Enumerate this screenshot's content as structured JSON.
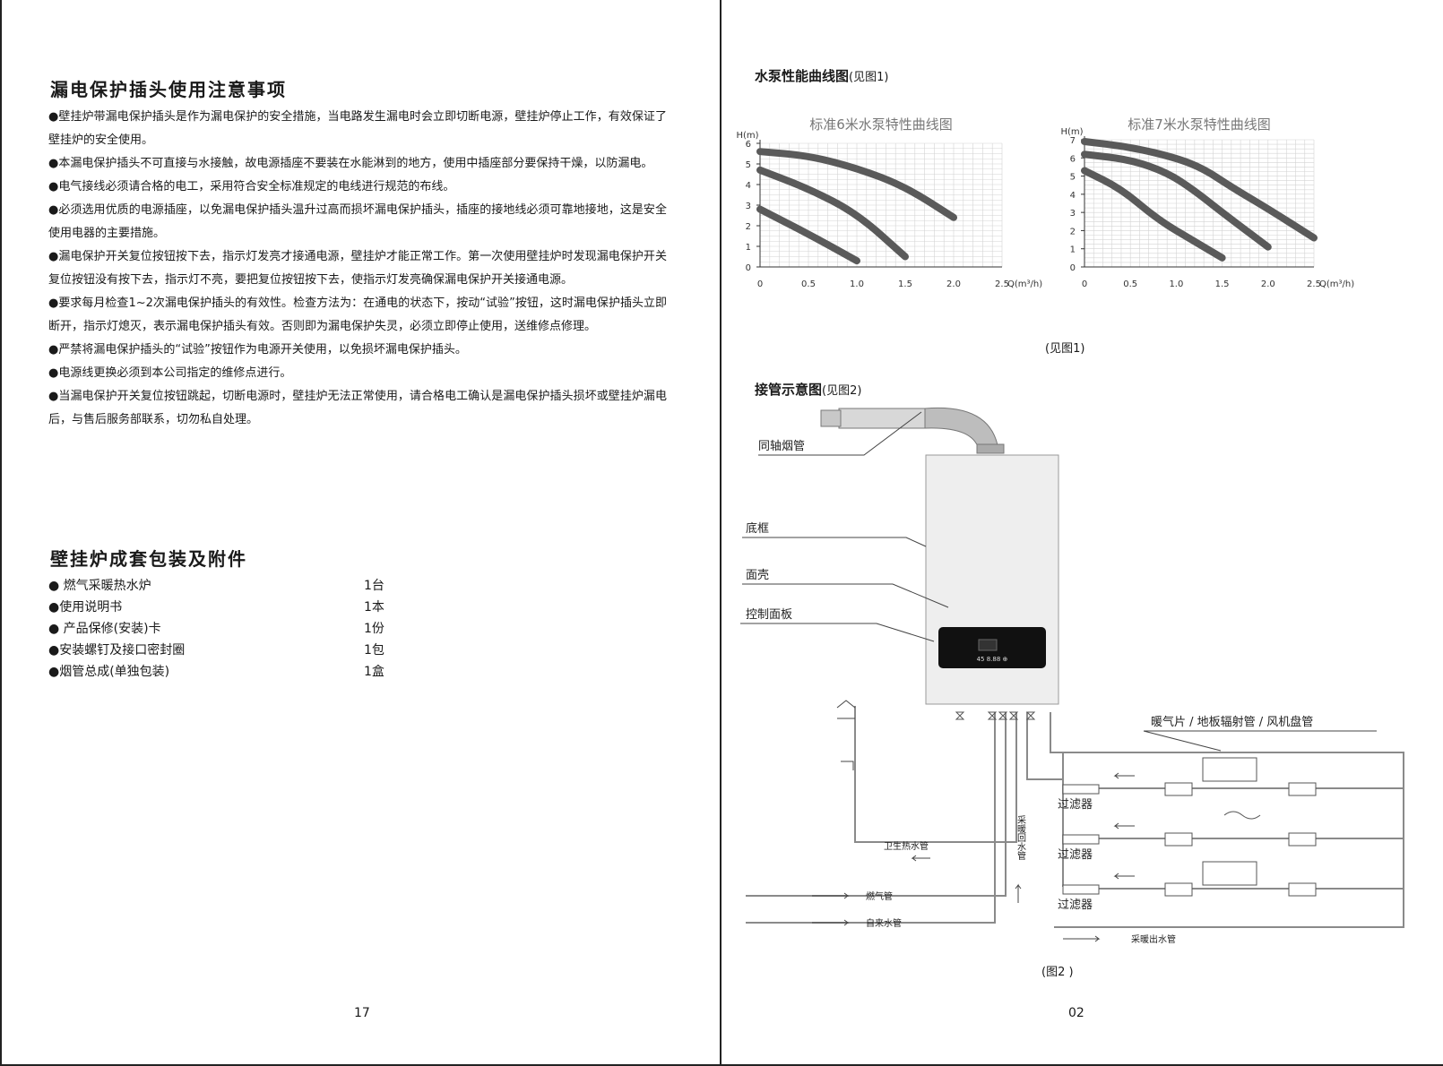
{
  "left": {
    "section1_title": "漏电保护插头使用注意事项",
    "section1_items": [
      "●壁挂炉带漏电保护插头是作为漏电保护的安全措施，当电路发生漏电时会立即切断电源，壁挂炉停止工作，有效保证了壁挂炉的安全使用。",
      "●本漏电保护插头不可直接与水接触，故电源插座不要装在水能淋到的地方，使用中插座部分要保持干燥，以防漏电。",
      "●电气接线必须请合格的电工，采用符合安全标准规定的电线进行规范的布线。",
      "●必须选用优质的电源插座，以免漏电保护插头温升过高而损坏漏电保护插头，插座的接地线必须可靠地接地，这是安全使用电器的主要措施。",
      "●漏电保护开关复位按钮按下去，指示灯发亮才接通电源，壁挂炉才能正常工作。第一次使用壁挂炉时发现漏电保护开关复位按钮没有按下去，指示灯不亮，要把复位按钮按下去，使指示灯发亮确保漏电保护开关接通电源。",
      "●要求每月检查1~2次漏电保护插头的有效性。检查方法为：在通电的状态下，按动“试验”按钮，这时漏电保护插头立即断开，指示灯熄灭，表示漏电保护插头有效。否则即为漏电保护失灵，必须立即停止使用，送维修点修理。",
      "●严禁将漏电保护插头的“试验”按钮作为电源开关使用，以免损坏漏电保护插头。",
      "●电源线更换必须到本公司指定的维修点进行。",
      "●当漏电保护开关复位按钮跳起，切断电源时，壁挂炉无法正常使用，请合格电工确认是漏电保护插头损坏或壁挂炉漏电后，与售后服务部联系，切勿私自处理。"
    ],
    "section2_title": "壁挂炉成套包装及附件",
    "package_items": [
      {
        "name": "● 燃气采暖热水炉",
        "qty": "1台"
      },
      {
        "name": "●使用说明书",
        "qty": "1本"
      },
      {
        "name": "● 产品保修(安装)卡",
        "qty": "1份"
      },
      {
        "name": "●安装螺钉及接口密封圈",
        "qty": "1包"
      },
      {
        "name": "●烟管总成(单独包装)",
        "qty": "1盒"
      }
    ],
    "page_number": "17"
  },
  "right": {
    "pump_title": "水泵性能曲线图",
    "pump_title_ref": "(见图1)",
    "fig1_caption": "(见图1)",
    "pipe_title": "接管示意图",
    "pipe_title_ref": "(见图2)",
    "fig2_caption": "(图2 )",
    "page_number": "02",
    "diagram_labels": {
      "flue": "同轴烟管",
      "frame": "底框",
      "shell": "面壳",
      "panel": "控制面板",
      "radiator_group": "暖气片 / 地板辐射管 / 风机盘管",
      "filter": "过滤器",
      "return_pipe": "采暖回水管",
      "dhw_pipe": "卫生热水管",
      "gas_pipe": "燃气管",
      "tap_pipe": "自来水管",
      "supply_pipe": "采暖出水管"
    },
    "display_text": "45 8.88 ⊕"
  },
  "chart_data": [
    {
      "type": "line",
      "title": "标准6米水泵特性曲线图",
      "xlabel": "Q(m³/h)",
      "ylabel": "H(m)",
      "xlim": [
        0,
        2.5
      ],
      "ylim": [
        0,
        6
      ],
      "x_ticks": [
        "0",
        "0.5",
        "1.0",
        "1.5",
        "2.0",
        "2.5"
      ],
      "y_ticks": [
        "0",
        "1",
        "2",
        "3",
        "4",
        "5",
        "6"
      ],
      "grid": true,
      "series": [
        {
          "points": [
            [
              0,
              5.6
            ],
            [
              0.5,
              5.4
            ],
            [
              1.0,
              4.8
            ],
            [
              1.5,
              3.9
            ],
            [
              2.0,
              2.4
            ]
          ]
        },
        {
          "points": [
            [
              0,
              4.7
            ],
            [
              0.5,
              3.8
            ],
            [
              1.0,
              2.6
            ],
            [
              1.5,
              0.5
            ]
          ]
        },
        {
          "points": [
            [
              0,
              2.8
            ],
            [
              0.5,
              1.6
            ],
            [
              1.0,
              0.3
            ]
          ]
        }
      ]
    },
    {
      "type": "line",
      "title": "标准7米水泵特性曲线图",
      "xlabel": "Q(m³/h)",
      "ylabel": "H(m)",
      "xlim": [
        0,
        2.5
      ],
      "ylim": [
        0,
        7
      ],
      "x_ticks": [
        "0",
        "0.5",
        "1.0",
        "1.5",
        "2.0",
        "2.5"
      ],
      "y_ticks": [
        "0",
        "1",
        "2",
        "3",
        "4",
        "5",
        "6",
        "7"
      ],
      "grid": true,
      "series": [
        {
          "points": [
            [
              0,
              6.9
            ],
            [
              0.5,
              6.6
            ],
            [
              1.0,
              6.0
            ],
            [
              1.3,
              5.4
            ],
            [
              1.6,
              4.4
            ],
            [
              2.0,
              3.2
            ],
            [
              2.5,
              1.6
            ]
          ]
        },
        {
          "points": [
            [
              0,
              6.2
            ],
            [
              0.5,
              5.9
            ],
            [
              0.9,
              5.2
            ],
            [
              1.2,
              4.2
            ],
            [
              1.5,
              3.0
            ],
            [
              2.0,
              1.1
            ]
          ]
        },
        {
          "points": [
            [
              0,
              5.3
            ],
            [
              0.4,
              4.3
            ],
            [
              0.8,
              2.6
            ],
            [
              1.2,
              1.4
            ],
            [
              1.5,
              0.5
            ]
          ]
        }
      ]
    }
  ]
}
